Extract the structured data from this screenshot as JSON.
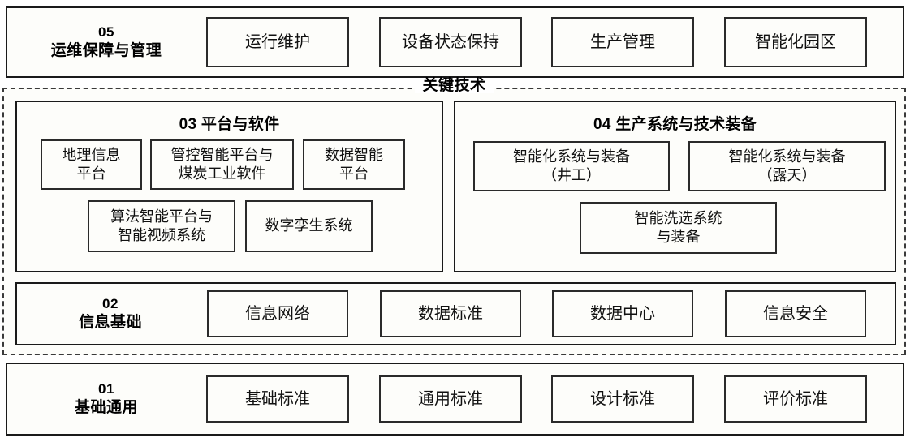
{
  "diagram": {
    "key_tech_label": "关键技术",
    "layers": [
      {
        "id": "05",
        "number": "05",
        "name": "运维保障与管理",
        "items": [
          {
            "label": "运行维护"
          },
          {
            "label": "设备状态保持"
          },
          {
            "label": "生产管理"
          },
          {
            "label": "智能化园区"
          }
        ]
      },
      {
        "id": "02",
        "number": "02",
        "name": "信息基础",
        "items": [
          {
            "label": "信息网络"
          },
          {
            "label": "数据标准"
          },
          {
            "label": "数据中心"
          },
          {
            "label": "信息安全"
          }
        ]
      },
      {
        "id": "01",
        "number": "01",
        "name": "基础通用",
        "items": [
          {
            "label": "基础标准"
          },
          {
            "label": "通用标准"
          },
          {
            "label": "设计标准"
          },
          {
            "label": "评价标准"
          }
        ]
      }
    ],
    "groups": [
      {
        "id": "03",
        "title": "03 平台与软件",
        "row1": [
          {
            "label": "地理信息\n平台"
          },
          {
            "label": "管控智能平台与\n煤炭工业软件"
          },
          {
            "label": "数据智能\n平台"
          }
        ],
        "row2": [
          {
            "label": "算法智能平台与\n智能视频系统"
          },
          {
            "label": "数字孪生系统"
          }
        ]
      },
      {
        "id": "04",
        "title": "04 生产系统与技术装备",
        "row1": [
          {
            "label": "智能化系统与装备\n（井工）"
          },
          {
            "label": "智能化系统与装备\n（露天）"
          }
        ],
        "row2": [
          {
            "label": "智能洗选系统\n与装备"
          }
        ]
      }
    ]
  }
}
